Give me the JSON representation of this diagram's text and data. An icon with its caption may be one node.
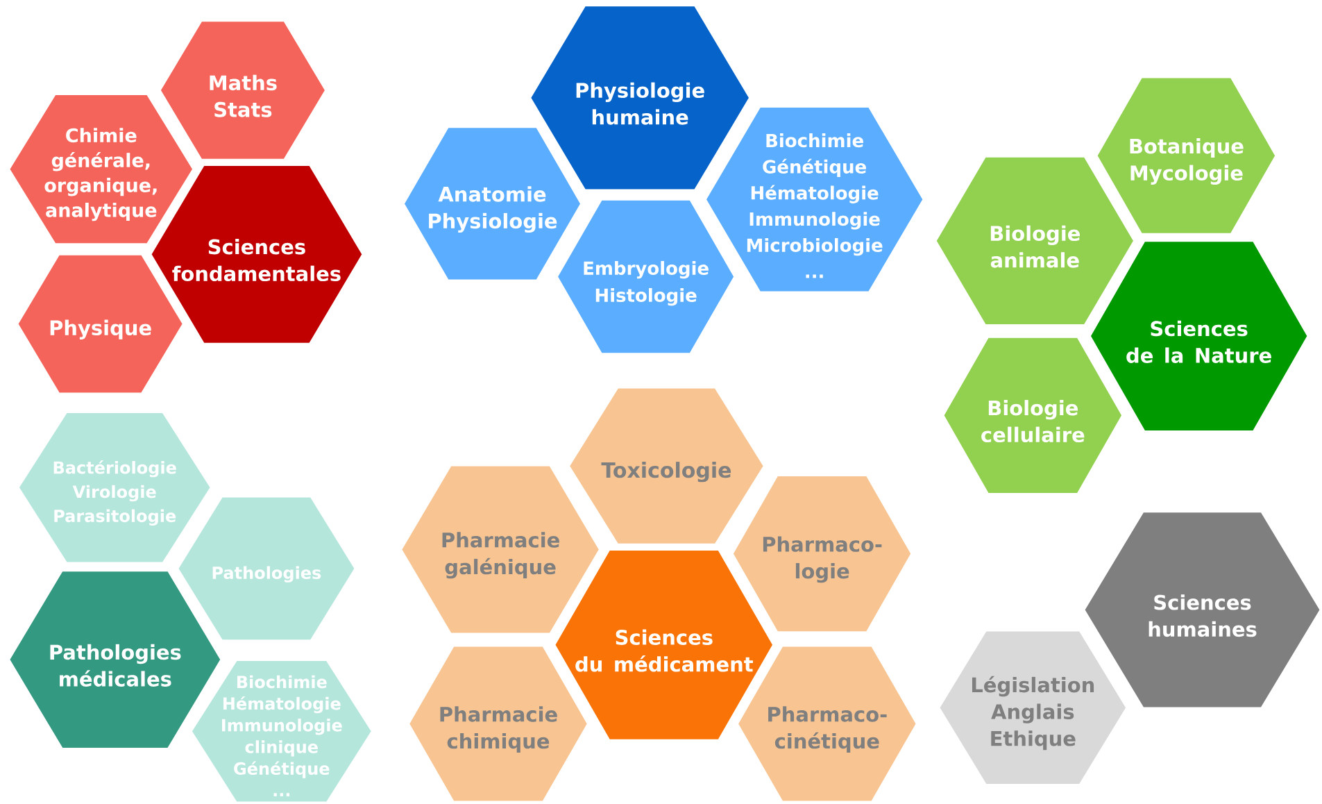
{
  "diagram": {
    "nodes": [
      {
        "text": [
          "Maths Stats"
        ]
      },
      {
        "text": [
          "Chimie générale, organique, analytique"
        ]
      },
      {
        "text": [
          "Sciences fondamentales"
        ]
      },
      {
        "text": [
          "Physique"
        ]
      },
      {
        "text": [
          "Physiologie humaine"
        ]
      },
      {
        "text": [
          "Anatomie Physiologie"
        ]
      },
      {
        "text": [
          "Embryologie Histologie"
        ]
      },
      {
        "text": [
          "Biochimie Génétique Hématologie Immunologie Microbiologie ..."
        ]
      },
      {
        "text": [
          "Botanique Mycologie"
        ]
      },
      {
        "text": [
          "Biologie animale"
        ]
      },
      {
        "text": [
          "Sciences de la Nature"
        ]
      },
      {
        "text": [
          "Biologie cellulaire"
        ]
      },
      {
        "text": [
          "Bactériologie Virologie Parasitologie"
        ]
      },
      {
        "text": [
          "Pathologies"
        ]
      },
      {
        "text": [
          "Pathologies médicales"
        ]
      },
      {
        "text": [
          "Biochimie Hématologie Immunologie clinique Génétique ..."
        ]
      },
      {
        "text": [
          "Toxicologie"
        ]
      },
      {
        "text": [
          "Pharmacie galénique"
        ]
      },
      {
        "text": [
          "Pharmaco-logie"
        ]
      },
      {
        "text": [
          "Sciences du médicament"
        ]
      },
      {
        "text": [
          "Pharmacie chimique"
        ]
      },
      {
        "text": [
          "Pharmaco-cinétique"
        ]
      },
      {
        "text": [
          "Sciences humaines"
        ]
      },
      {
        "text": [
          "Législation Anglais Ethique"
        ]
      }
    ]
  }
}
